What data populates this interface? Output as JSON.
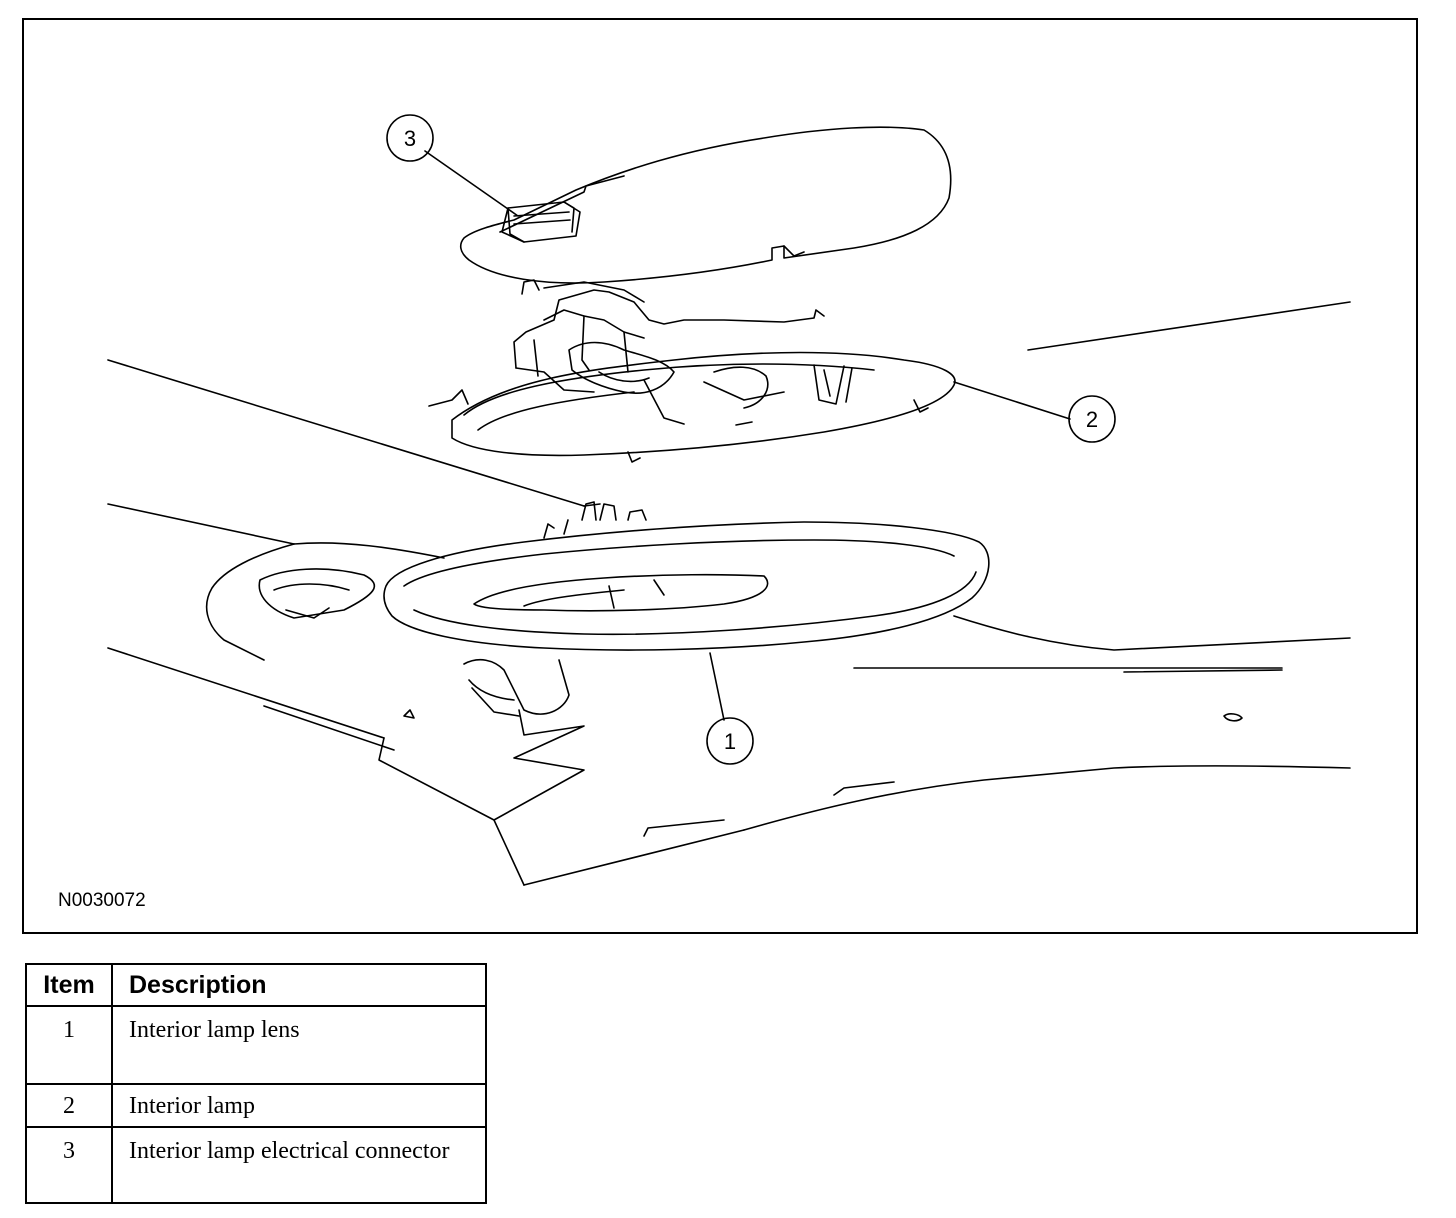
{
  "figure": {
    "id_label": "N0030072",
    "callouts": [
      {
        "number": "1"
      },
      {
        "number": "2"
      },
      {
        "number": "3"
      }
    ]
  },
  "legend": {
    "headers": {
      "item": "Item",
      "description": "Description"
    },
    "rows": [
      {
        "item": "1",
        "description": "Interior lamp lens"
      },
      {
        "item": "2",
        "description": "Interior lamp"
      },
      {
        "item": "3",
        "description": "Interior lamp electrical connector"
      }
    ]
  },
  "colors": {
    "line": "#000000",
    "background": "#ffffff"
  }
}
